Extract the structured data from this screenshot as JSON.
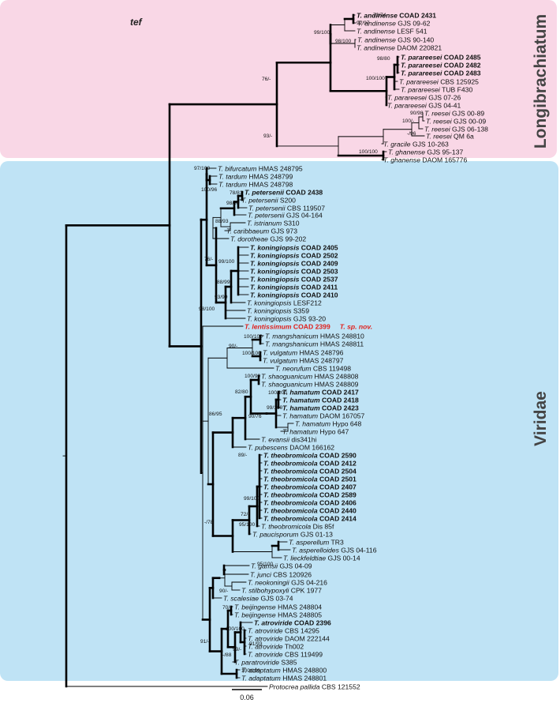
{
  "gene_label": "tef",
  "clades": [
    {
      "key": "longi",
      "label": "Longibrachiatum",
      "fill": "#f9d7e6"
    },
    {
      "key": "viri",
      "label": "Viridae",
      "fill": "#bfe3f5"
    }
  ],
  "scale_bar_label": "0.06",
  "taxa": [
    {
      "genus": "T.",
      "species": "andinense",
      "strain": "COAD 2431",
      "bold": true
    },
    {
      "genus": "T.",
      "species": "andinense",
      "strain": "GJS 09-62"
    },
    {
      "genus": "T.",
      "species": "andinense",
      "strain": "LESF 541"
    },
    {
      "genus": "T.",
      "species": "andinense",
      "strain": "GJS 90-140"
    },
    {
      "genus": "T.",
      "species": "andinense",
      "strain": "DAOM 220821"
    },
    {
      "genus": "T.",
      "species": "parareesei",
      "strain": "COAD 2485",
      "bold": true
    },
    {
      "genus": "T.",
      "species": "parareesei",
      "strain": "COAD 2482",
      "bold": true
    },
    {
      "genus": "T.",
      "species": "parareesei",
      "strain": "COAD 2483",
      "bold": true
    },
    {
      "genus": "T.",
      "species": "parareesei",
      "strain": "CBS 125925"
    },
    {
      "genus": "T.",
      "species": "parareesei",
      "strain": "TUB F430"
    },
    {
      "genus": "T.",
      "species": "parareesei",
      "strain": "GJS 07-26"
    },
    {
      "genus": "T.",
      "species": "parareesei",
      "strain": "GJS 04-41"
    },
    {
      "genus": "T.",
      "species": "reesei",
      "strain": "GJS 00-89"
    },
    {
      "genus": "T.",
      "species": "reesei",
      "strain": "GJS 00-09"
    },
    {
      "genus": "T.",
      "species": "reesei",
      "strain": "GJS 06-138"
    },
    {
      "genus": "T.",
      "species": "reesei",
      "strain": "QM 6a"
    },
    {
      "genus": "T.",
      "species": "gracile",
      "strain": "GJS 10-263"
    },
    {
      "genus": "T.",
      "species": "ghanense",
      "strain": "GJS 95-137"
    },
    {
      "genus": "T.",
      "species": "ghanense",
      "strain": "DAOM 165776"
    },
    {
      "genus": "T.",
      "species": "bifurcatum",
      "strain": "HMAS 248795"
    },
    {
      "genus": "T.",
      "species": "tardum",
      "strain": "HMAS 248799"
    },
    {
      "genus": "T.",
      "species": "tardum",
      "strain": "HMAS 248798"
    },
    {
      "genus": "T.",
      "species": "petersenii",
      "strain": "COAD 2438",
      "bold": true
    },
    {
      "genus": "T.",
      "species": "petersenii",
      "strain": "S200"
    },
    {
      "genus": "T.",
      "species": "petersenii",
      "strain": "CBS 119507"
    },
    {
      "genus": "T.",
      "species": "petersenii",
      "strain": "GJS 04-164"
    },
    {
      "genus": "T.",
      "species": "istrianum",
      "strain": "S310"
    },
    {
      "genus": "T.",
      "species": "caribbaeum",
      "strain": "GJS 973"
    },
    {
      "genus": "T.",
      "species": "dorotheae",
      "strain": "GJS 99-202"
    },
    {
      "genus": "T.",
      "species": "koningiopsis",
      "strain": "COAD 2405",
      "bold": true
    },
    {
      "genus": "T.",
      "species": "koningiopsis",
      "strain": "COAD 2502",
      "bold": true
    },
    {
      "genus": "T.",
      "species": "koningiopsis",
      "strain": "COAD 2409",
      "bold": true
    },
    {
      "genus": "T.",
      "species": "koningiopsis",
      "strain": "COAD 2503",
      "bold": true
    },
    {
      "genus": "T.",
      "species": "koningiopsis",
      "strain": "COAD 2537",
      "bold": true
    },
    {
      "genus": "T.",
      "species": "koningiopsis",
      "strain": "COAD 2411",
      "bold": true
    },
    {
      "genus": "T.",
      "species": "koningiopsis",
      "strain": "COAD 2410",
      "bold": true
    },
    {
      "genus": "T.",
      "species": "koningiopsis",
      "strain": "LESF212"
    },
    {
      "genus": "T.",
      "species": "koningiopsis",
      "strain": "S359"
    },
    {
      "genus": "T.",
      "species": "koningiopsis",
      "strain": "GJS 93-20"
    },
    {
      "genus": "T.",
      "species": "lentissimum",
      "strain": "COAD 2399",
      "bold": true,
      "red": true,
      "note": "T. sp. nov."
    },
    {
      "genus": "T.",
      "species": "mangshanicum",
      "strain": "HMAS 248810"
    },
    {
      "genus": "T.",
      "species": "mangshanicum",
      "strain": "HMAS 248811"
    },
    {
      "genus": "T.",
      "species": "vulgatum",
      "strain": "HMAS 248796"
    },
    {
      "genus": "T.",
      "species": "vulgatum",
      "strain": "HMAS 248797"
    },
    {
      "genus": "T.",
      "species": "neorufum",
      "strain": "CBS 119498"
    },
    {
      "genus": "T.",
      "species": "shaoguanicum",
      "strain": "HMAS 248808"
    },
    {
      "genus": "T.",
      "species": "shaoguanicum",
      "strain": "HMAS 248809"
    },
    {
      "genus": "T.",
      "species": "hamatum",
      "strain": "COAD 2417",
      "bold": true
    },
    {
      "genus": "T.",
      "species": "hamatum",
      "strain": "COAD 2418",
      "bold": true
    },
    {
      "genus": "T.",
      "species": "hamatum",
      "strain": "COAD 2423",
      "bold": true
    },
    {
      "genus": "T.",
      "species": "hamatum",
      "strain": "DAOM 167057"
    },
    {
      "genus": "T.",
      "species": "hamatum",
      "strain": "Hypo 648"
    },
    {
      "genus": "T.",
      "species": "hamatum",
      "strain": "Hypo 647"
    },
    {
      "genus": "T.",
      "species": "evansii",
      "strain": "dis341hi"
    },
    {
      "genus": "T.",
      "species": "pubescens",
      "strain": "DAOM 166162"
    },
    {
      "genus": "T.",
      "species": "theobromicola",
      "strain": "COAD 2590",
      "bold": true
    },
    {
      "genus": "T.",
      "species": "theobromicola",
      "strain": "COAD 2412",
      "bold": true
    },
    {
      "genus": "T.",
      "species": "theobromicola",
      "strain": "COAD 2504",
      "bold": true
    },
    {
      "genus": "T.",
      "species": "theobromicola",
      "strain": "COAD 2501",
      "bold": true
    },
    {
      "genus": "T.",
      "species": "theobromicola",
      "strain": "COAD 2407",
      "bold": true
    },
    {
      "genus": "T.",
      "species": "theobromicola",
      "strain": "COAD 2589",
      "bold": true
    },
    {
      "genus": "T.",
      "species": "theobromicola",
      "strain": "COAD 2406",
      "bold": true
    },
    {
      "genus": "T.",
      "species": "theobromicola",
      "strain": "COAD 2440",
      "bold": true
    },
    {
      "genus": "T.",
      "species": "theobromicola",
      "strain": "COAD 2414",
      "bold": true
    },
    {
      "genus": "T.",
      "species": "theobromicola",
      "strain": "Dis 85f"
    },
    {
      "genus": "T.",
      "species": "paucisporum",
      "strain": "GJS 01-13"
    },
    {
      "genus": "T.",
      "species": "asperellum",
      "strain": "TR3"
    },
    {
      "genus": "T.",
      "species": "asperelloides",
      "strain": "GJS 04-116"
    },
    {
      "genus": "T.",
      "species": "lieckfeldtiae",
      "strain": "GJS 00-14"
    },
    {
      "genus": "T.",
      "species": "gamsii",
      "strain": "GJS 04-09"
    },
    {
      "genus": "T.",
      "species": "junci",
      "strain": "CBS 120926"
    },
    {
      "genus": "T.",
      "species": "neokoningii",
      "strain": "GJS 04-216"
    },
    {
      "genus": "T.",
      "species": "stilbohypoxyli",
      "strain": "CPK 1977"
    },
    {
      "genus": "T.",
      "species": "scalesiae",
      "strain": "GJS 03-74"
    },
    {
      "genus": "T.",
      "species": "beijingense",
      "strain": "HMAS 248804"
    },
    {
      "genus": "T.",
      "species": "beijingense",
      "strain": "HMAS 248805"
    },
    {
      "genus": "T.",
      "species": "atroviride",
      "strain": "COAD 2396",
      "bold": true
    },
    {
      "genus": "T.",
      "species": "atroviride",
      "strain": "CBS 14295"
    },
    {
      "genus": "T.",
      "species": "atroviride",
      "strain": "DAOM 222144"
    },
    {
      "genus": "T.",
      "species": "atroviride",
      "strain": "Th002"
    },
    {
      "genus": "T.",
      "species": "atroviride",
      "strain": "CBS 119499"
    },
    {
      "genus": "T.",
      "species": "paratroviride",
      "strain": "S385"
    },
    {
      "genus": "T.",
      "species": "adaptatum",
      "strain": "HMAS 248800"
    },
    {
      "genus": "T.",
      "species": "adaptatum",
      "strain": "HMAS 248801"
    },
    {
      "genus": "Protocrea",
      "species": "pallida",
      "strain": "CBS 121552"
    }
  ],
  "support_values": [
    "72/74",
    "92/97",
    "99/100",
    "98/100",
    "98/80",
    "100/100",
    "76/-",
    "90/98",
    "100/-",
    "-/96",
    "93/-",
    "100/100",
    "97/100",
    "100/96",
    "78/81",
    "98/98",
    "88/93",
    "76/-",
    "99/100",
    "88/99",
    "93/99",
    "98/100",
    "100/100",
    "90/-",
    "100/100",
    "100/99",
    "82/80",
    "100/100",
    "99/100",
    "90/76",
    "86/95",
    "89/-",
    "99/100",
    "72/-",
    "-/78",
    "95/100",
    "95/100",
    "90/-",
    "70/-",
    "100/100",
    "91/93",
    "99/-",
    "91/-",
    "-/88",
    "100/100"
  ]
}
